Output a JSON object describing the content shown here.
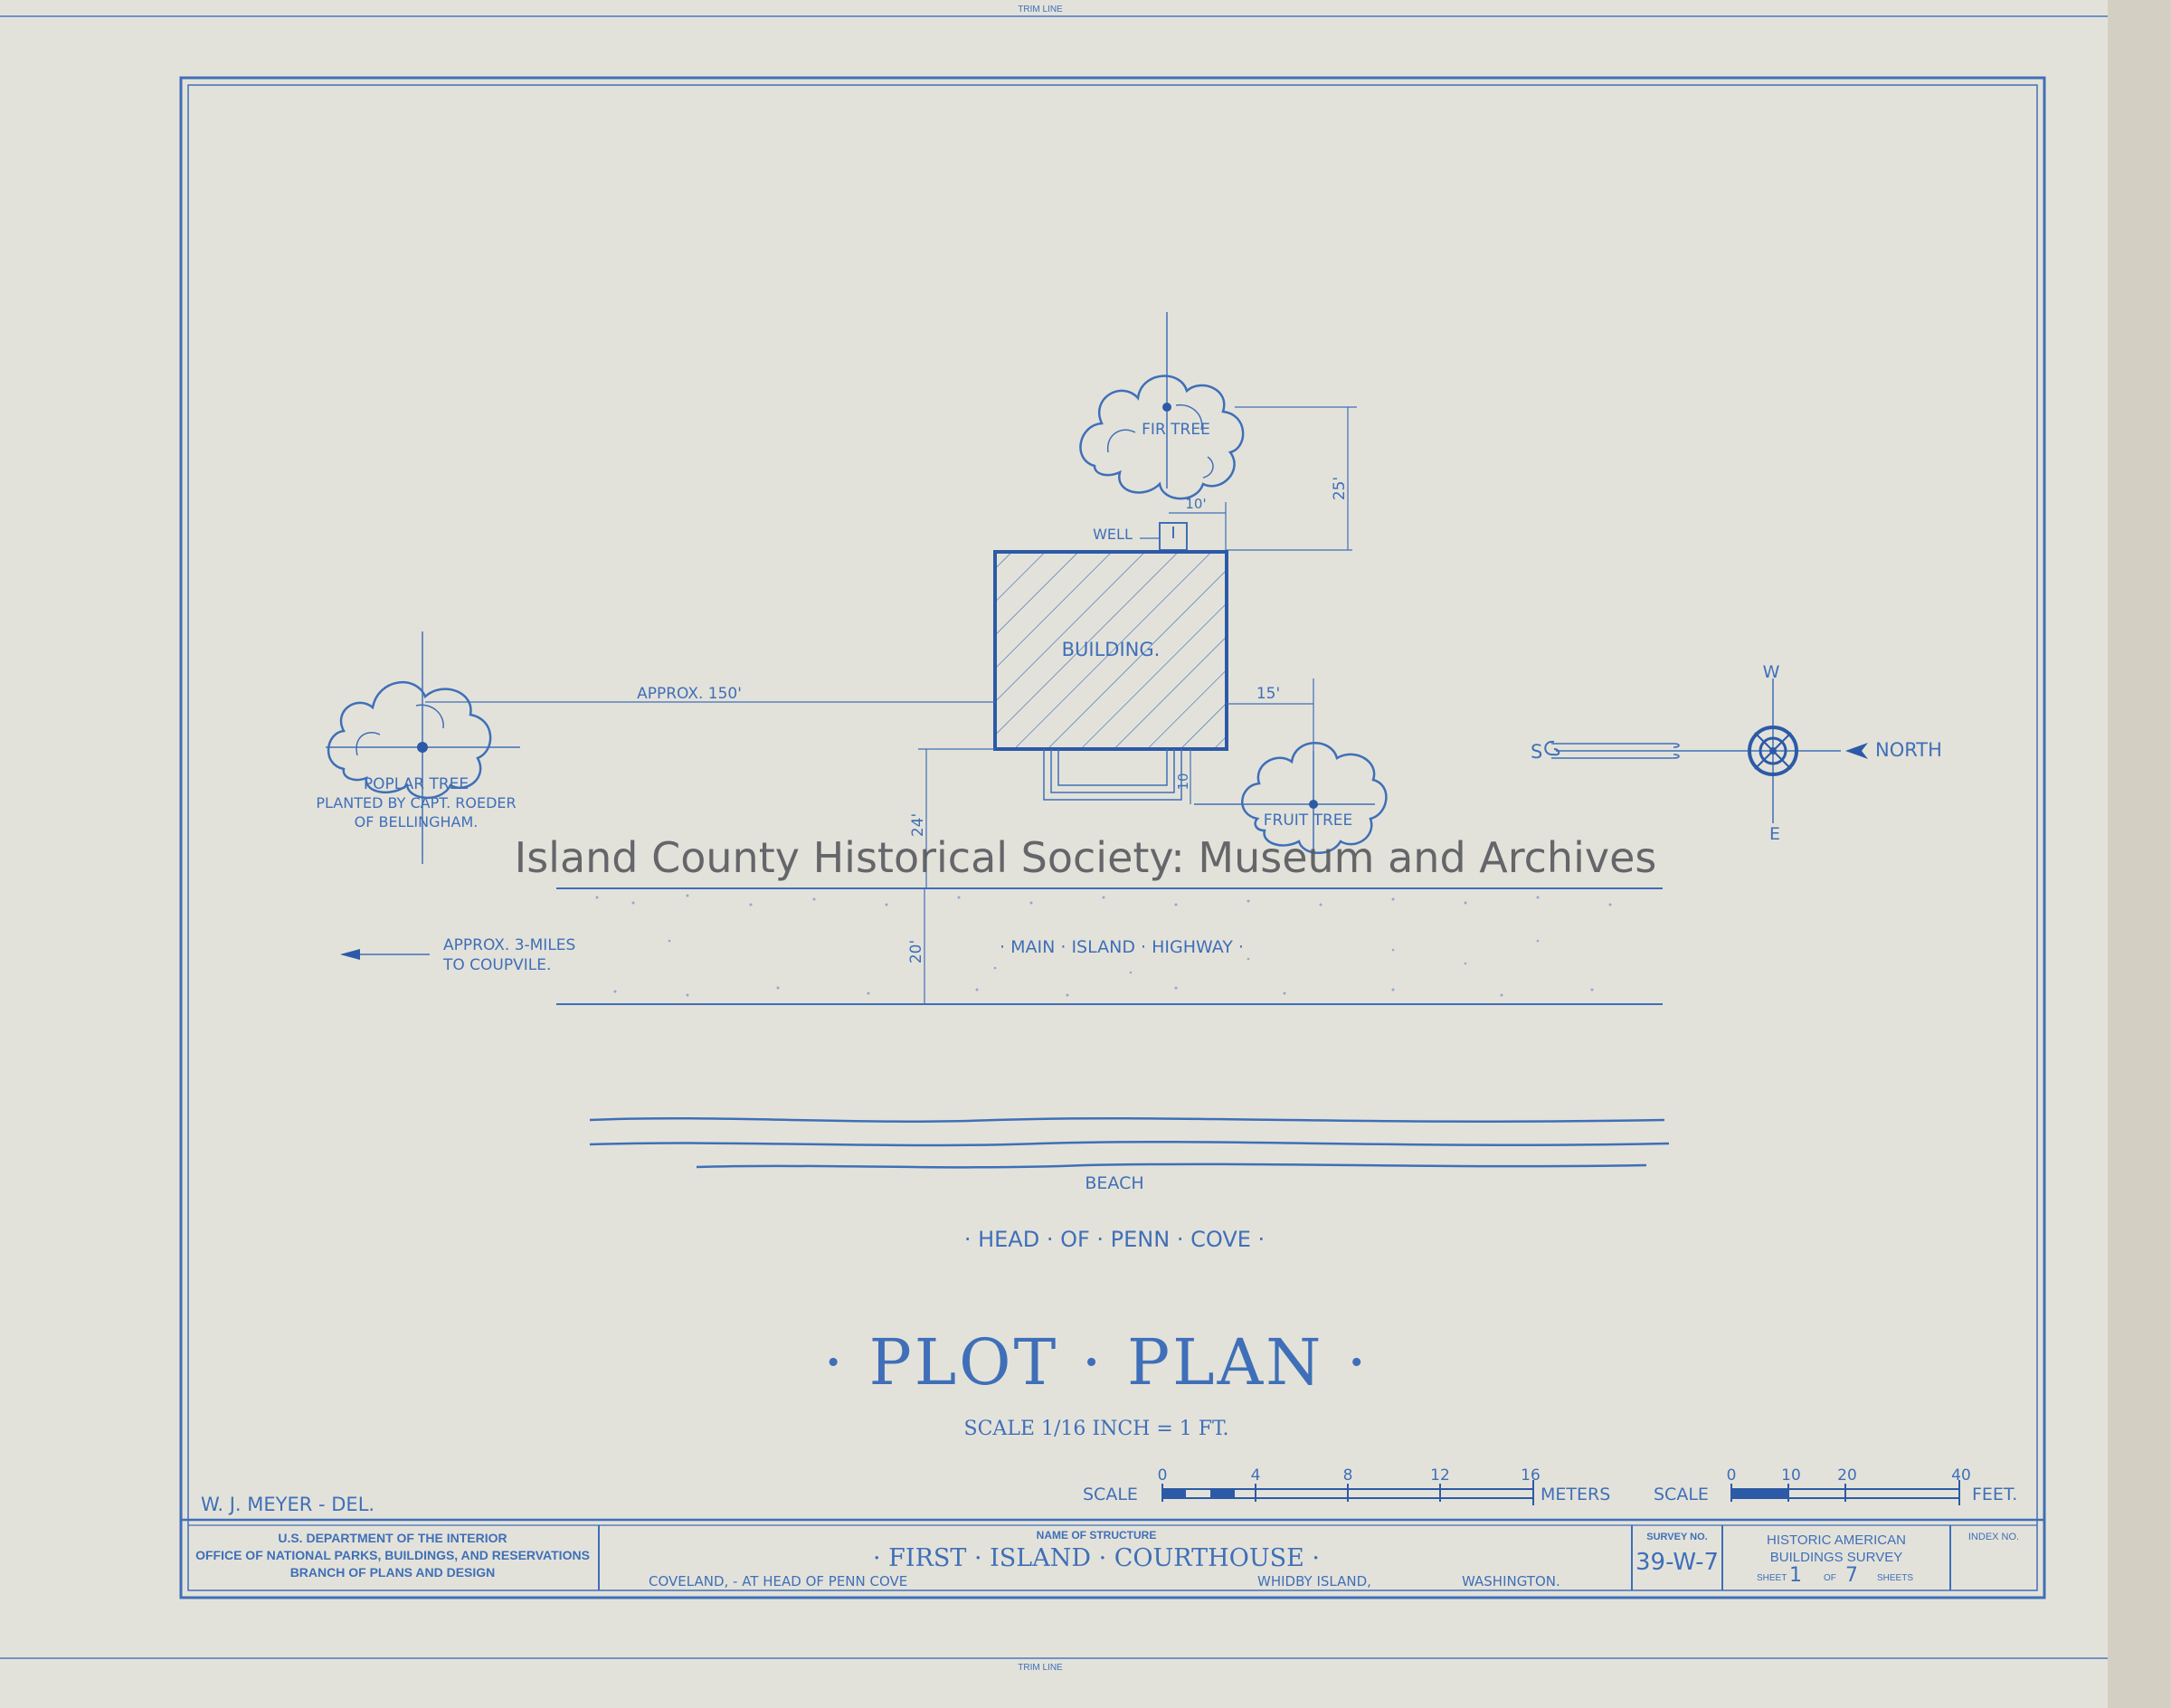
{
  "sheet": {
    "trim_line_top": "TRIM LINE",
    "trim_line_bottom": "TRIM LINE"
  },
  "drawing": {
    "fir_tree_label": "FIR TREE",
    "well_label": "WELL",
    "dim_10_top": "10'",
    "dim_25": "25'",
    "building_label": "BUILDING.",
    "approx_150": "APPROX. 150'",
    "dim_15": "15'",
    "dim_10_side": "10",
    "dim_24": "24'",
    "dim_20": "20'",
    "poplar_line1": "POPLAR TREE",
    "poplar_line2": "PLANTED BY CAPT. ROEDER",
    "poplar_line3": "OF BELLINGHAM.",
    "fruit_tree_label": "FRUIT TREE",
    "highway_label": "· MAIN · ISLAND · HIGHWAY ·",
    "coupville_line1": "APPROX. 3-MILES",
    "coupville_line2": "TO COUPVILE.",
    "beach_label": "BEACH",
    "cove_label": "· HEAD · OF · PENN · COVE ·"
  },
  "compass": {
    "north": "NORTH",
    "south": "S",
    "west": "W",
    "east": "E"
  },
  "watermark": "Island County Historical Society: Museum and Archives",
  "title": {
    "main": "· PLOT · PLAN ·",
    "scale_text": "SCALE 1/16 INCH = 1 FT."
  },
  "scale_bars": {
    "scale_word_1": "SCALE",
    "meters_ticks": [
      "0",
      "4",
      "8",
      "12",
      "16"
    ],
    "meters_unit": "METERS",
    "scale_word_2": "SCALE",
    "feet_ticks": [
      "0",
      "10",
      "20",
      "40"
    ],
    "feet_unit": "FEET."
  },
  "delineator": "W. J. MEYER - DEL.",
  "title_block": {
    "agency_line1": "U.S. DEPARTMENT OF THE INTERIOR",
    "agency_line2": "OFFICE OF NATIONAL PARKS, BUILDINGS, AND RESERVATIONS",
    "agency_line3": "BRANCH OF PLANS AND DESIGN",
    "name_of_structure_label": "NAME OF STRUCTURE",
    "structure_name": "· FIRST · ISLAND · COURTHOUSE ·",
    "location_left": "COVELAND, - AT HEAD OF PENN COVE",
    "location_island": "WHIDBY ISLAND,",
    "location_state": "WASHINGTON.",
    "survey_no_label": "SURVEY NO.",
    "survey_no": "39-W-7",
    "habs_line1": "HISTORIC AMERICAN",
    "habs_line2": "BUILDINGS SURVEY",
    "sheet_word": "SHEET",
    "sheet_num": "1",
    "of_word": "OF",
    "sheet_total": "7",
    "sheets_word": "SHEETS",
    "index_no_label": "INDEX NO."
  }
}
